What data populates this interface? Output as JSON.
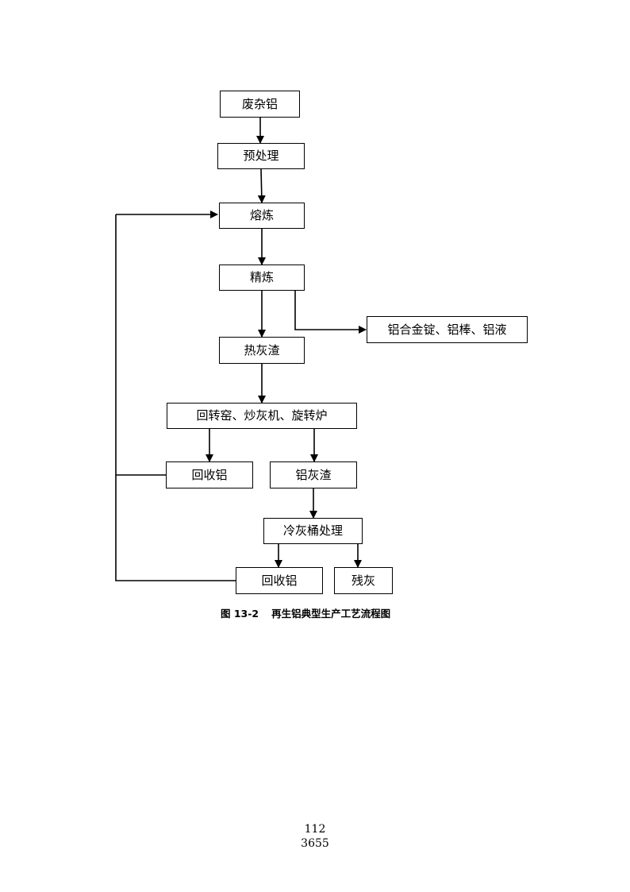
{
  "diagram": {
    "nodes": {
      "scrap_aluminum": "废杂铝",
      "pretreatment": "预处理",
      "smelting": "熔炼",
      "refining": "精炼",
      "products": "铝合金锭、铝棒、铝液",
      "hot_dross": "热灰渣",
      "rotary_equipment": "回转窑、炒灰机、旋转炉",
      "recovered_aluminum_1": "回收铝",
      "aluminum_dross": "铝灰渣",
      "cooling_barrel": "冷灰桶处理",
      "recovered_aluminum_2": "回收铝",
      "residual_ash": "残灰"
    },
    "edges": [
      [
        "scrap_aluminum",
        "pretreatment"
      ],
      [
        "pretreatment",
        "smelting"
      ],
      [
        "smelting",
        "refining"
      ],
      [
        "refining",
        "hot_dross"
      ],
      [
        "refining",
        "products"
      ],
      [
        "hot_dross",
        "rotary_equipment"
      ],
      [
        "rotary_equipment",
        "recovered_aluminum_1"
      ],
      [
        "rotary_equipment",
        "aluminum_dross"
      ],
      [
        "aluminum_dross",
        "cooling_barrel"
      ],
      [
        "cooling_barrel",
        "recovered_aluminum_2"
      ],
      [
        "cooling_barrel",
        "residual_ash"
      ],
      [
        "recovered_aluminum_1",
        "smelting"
      ],
      [
        "recovered_aluminum_2",
        "smelting"
      ]
    ]
  },
  "caption": {
    "number": "图 13-2",
    "title": "再生铝典型生产工艺流程图"
  },
  "page_numbers": {
    "page": "112",
    "total": "3655"
  }
}
